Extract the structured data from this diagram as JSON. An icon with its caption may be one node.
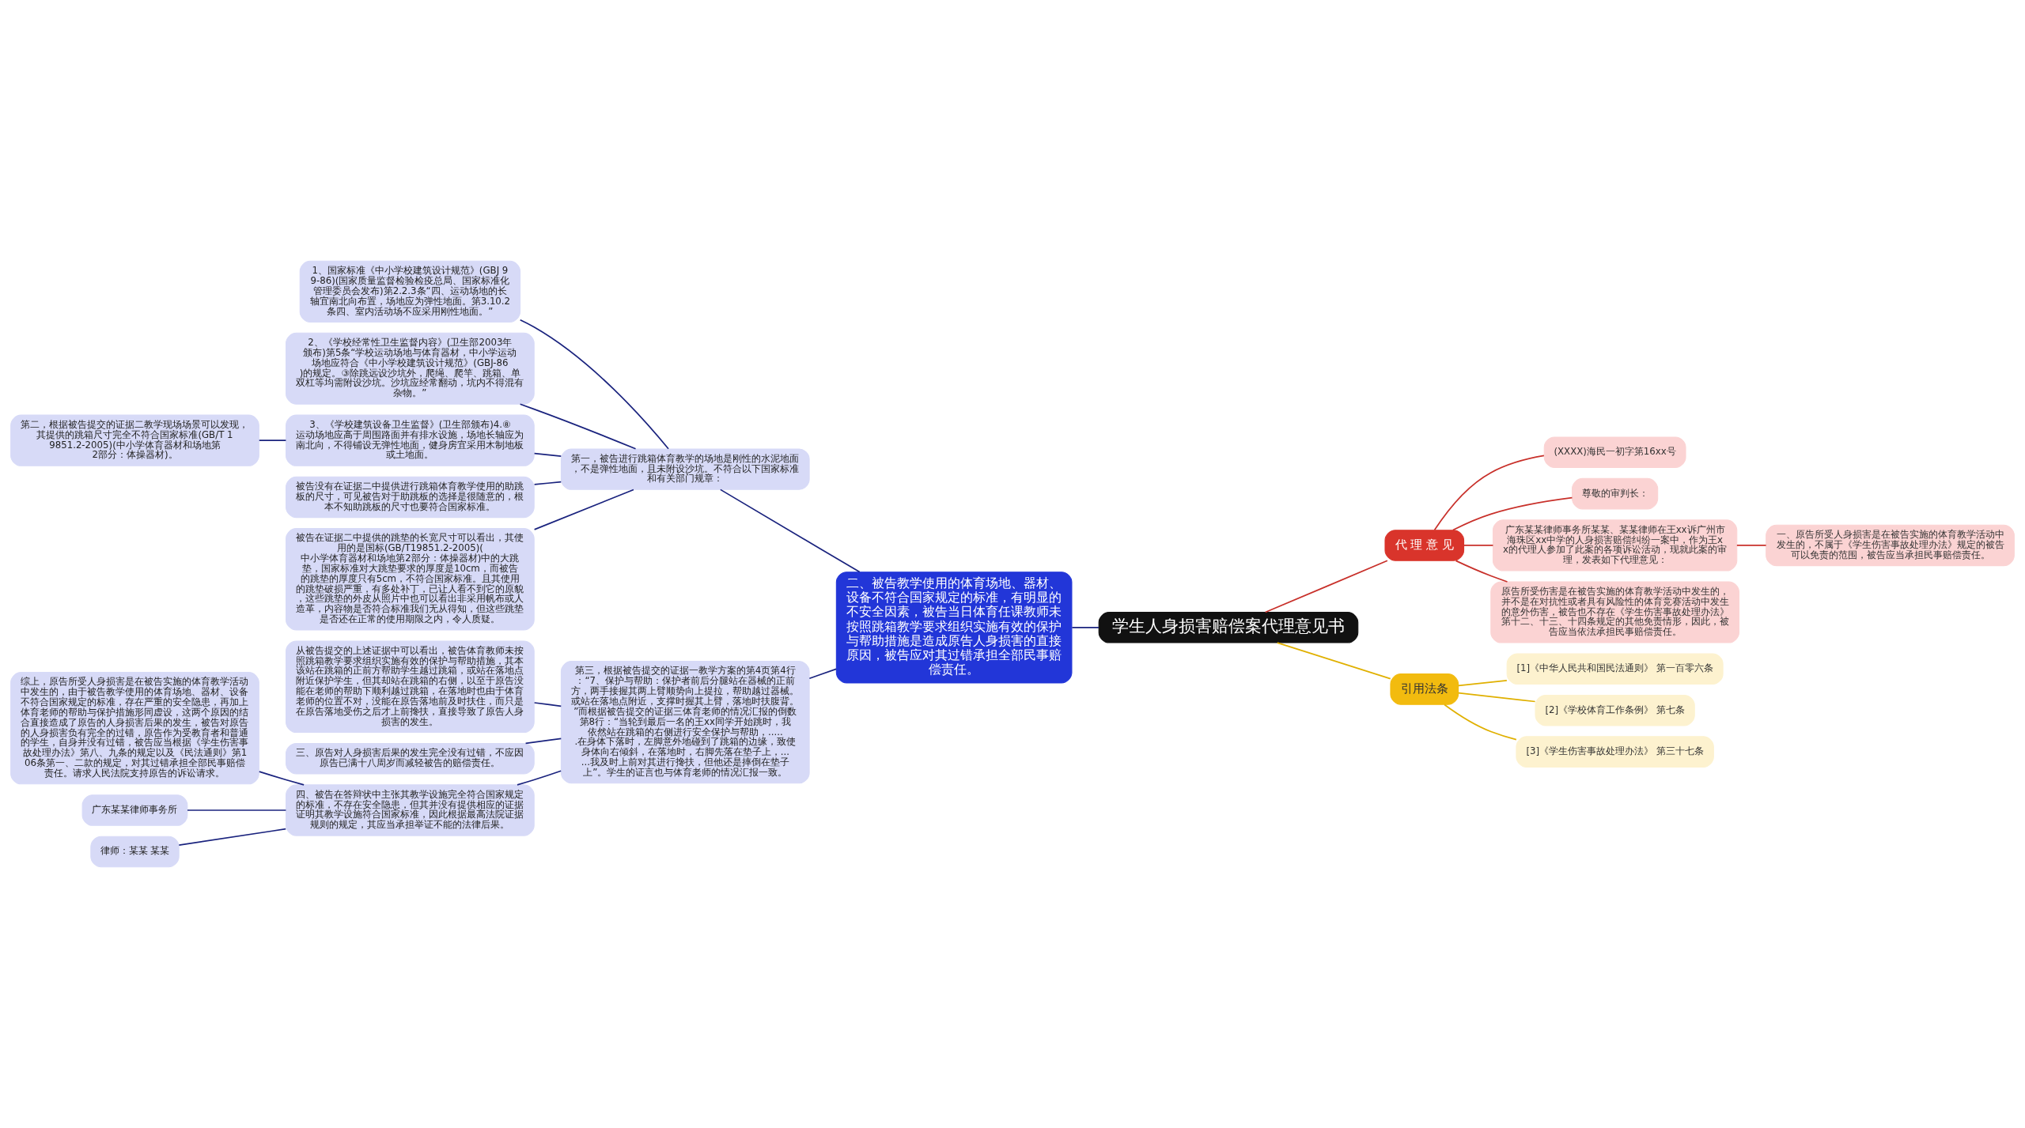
{
  "diagram": {
    "nodes": [
      {
        "text": [
          "学生人身损害赔偿案代理意见书"
        ]
      },
      {
        "text": [
          "代 理 意 见"
        ]
      },
      {
        "text": [
          "(XXXX)海民一初字第16xx号"
        ]
      },
      {
        "text": [
          "尊敬的审判长："
        ]
      },
      {
        "text": [
          "广东某某律师事务所某某、某某律师在王xx诉广州市海珠区xx中学的人身损害赔偿纠纷一案中，作为王xx的代理人参加了此案的各项诉讼活动，现就此案的审理，发表如下代理意见："
        ]
      },
      {
        "text": [
          "一、原告所受人身损害是在被告实施的体育教学活动中发生的，不属于《学生伤害事故处理办法》规定的被告可以免责的范围，被告应当承担民事赔偿责任。"
        ]
      },
      {
        "text": [
          "原告所受伤害是在被告实施的体育教学活动中发生的，并不是在对抗性或者具有风险性的体育竞赛活动中发生的意外伤害，被告也不存在《学生伤害事故处理办法》第十二、十三、十四条规定的其他免责情形，因此，被告应当依法承担民事赔偿责任。"
        ]
      },
      {
        "text": [
          "引用法条"
        ]
      },
      {
        "text": [
          "[1]《中华人民共和国民法通则》 第一百零六条"
        ]
      },
      {
        "text": [
          "[2]《学校体育工作条例》 第七条"
        ]
      },
      {
        "text": [
          "[3]《学生伤害事故处理办法》 第三十七条"
        ]
      },
      {
        "text": [
          "二、被告教学使用的体育场地、器材、设备不符合国家规定的标准，有明显的不安全因素，被告当日体育任课教师未按照跳箱教学要求组织实施有效的保护与帮助措施是造成原告人身损害的直接原因，被告应对其过错承担全部民事赔偿责任。"
        ]
      },
      {
        "text": [
          "第一，被告进行跳箱体育教学的场地是刚性的水泥地面，不是弹性地面，且未附设沙坑。不符合以下国家标准和有关部门规章："
        ]
      },
      {
        "text": [
          "1、国家标准《中小学校建筑设计规范》(GBJ 99-86)(国家质量监督检验检疫总局、国家标准化管理委员会发布)第2.2.3条“四、运动场地的长轴宜南北向布置，场地应为弹性地面。第3.10.2条四、室内活动场不应采用刚性地面。”"
        ]
      },
      {
        "text": [
          "2、《学校经常性卫生监督内容》(卫生部2003年颁布)第5条“学校运动场地与体育器材，中小学运动场地应符合《中小学校建筑设计规范》(GBJ-86)的规定。③除跳远设沙坑外，爬绳、爬竿、跳箱、单双杠等均需附设沙坑。沙坑应经常翻动，坑内不得混有杂物。”"
        ]
      },
      {
        "text": [
          "3、《学校建筑设备卫生监督》(卫生部颁布)4.⑧运动场地应高于周围路面并有排水设施，场地长轴应为南北向，不得铺设无弹性地面，健身房宜采用木制地板或土地面。"
        ]
      },
      {
        "text": [
          "第二，根据被告提交的证据二教学现场场景可以发现，其提供的跳箱尺寸完全不符合国家标准(GB/T 19851.2-2005)(中小学体育器材和场地第2部分：体操器材)。"
        ]
      },
      {
        "text": [
          "被告没有在证据二中提供进行跳箱体育教学使用的助跳板的尺寸，可见被告对于助跳板的选择是很随意的，根本不知助跳板的尺寸也要符合国家标准。"
        ]
      },
      {
        "text": [
          "被告在证据二中提供的跳垫的长宽尺寸可以看出，其使用的是国标(GB/T19851.2-2005)(中小学体育器材和场地第2部分：体操器材)中的大跳垫，国家标准对大跳垫要求的厚度是10cm，而被告的跳垫的厚度只有5cm，不符合国家标准。且其使用的跳垫破损严重，有多处补丁，已让人看不到它的原貌，这些跳垫的外皮从照片中也可以看出非采用帆布或人造革，内容物是否符合标准我们无从得知，但这些跳垫是否还在正常的使用期限之内，令人质疑。"
        ]
      },
      {
        "text": [
          "第三，根据被告提交的证据一教学方案的第4页第4行：“7、保护与帮助：保护者前后分腿站在器械的正前方，两手接握其两上臂顺势向上提拉，帮助越过器械。或站在落地点附近，支撑时握其上臂，落地时扶腹背。”而根据被告提交的证据三体育老师的情况汇报的倒数第8行：“当轮到最后一名的王xx同学开始跳时，我依然站在跳箱的右侧进行安全保护与帮助，......在身体下落时，左脚意外地碰到了跳箱的边缘，致使身体向右倾斜，在落地时，右脚先落在垫子上，......我及时上前对其进行搀扶，但他还是摔倒在垫子上”。学生的证言也与体育老师的情况汇报一致。"
        ]
      },
      {
        "text": [
          "从被告提交的上述证据中可以看出，被告体育教师未按照跳箱教学要求组织实施有效的保护与帮助措施，其本该站在跳箱的正前方帮助学生越过跳箱，或站在落地点附近保护学生，但其却站在跳箱的右侧，以至于原告没能在老师的帮助下顺利越过跳箱，在落地时也由于体育老师的位置不对，没能在原告落地前及时扶住，而只是在原告落地受伤之后才上前搀扶，直接导致了原告人身损害的发生。"
        ]
      },
      {
        "text": [
          "三、原告对人身损害后果的发生完全没有过错，不应因原告已满十八周岁而减轻被告的赔偿责任。"
        ]
      },
      {
        "text": [
          "四、被告在答辩状中主张其教学设施完全符合国家规定的标准，不存在安全隐患，但其并没有提供相应的证据证明其教学设施符合国家标准，因此根据最高法院证据规则的规定，其应当承担举证不能的法律后果。"
        ]
      },
      {
        "text": [
          "综上，原告所受人身损害是在被告实施的体育教学活动中发生的，由于被告教学使用的体育场地、器材、设备不符合国家规定的标准，存在严重的安全隐患，再加上体育老师的帮助与保护措施形同虚设，这两个原因的结合直接造成了原告的人身损害后果的发生，被告对原告的人身损害负有完全的过错，原告作为受教育者和普通的学生，自身并没有过错，被告应当根据《学生伤害事故处理办法》第八、九条的规定以及《民法通则》第106条第一、二款的规定，对其过错承担全部民事赔偿责任。请求人民法院支持原告的诉讼请求。"
        ]
      },
      {
        "text": [
          "广东某某律师事务所"
        ]
      },
      {
        "text": [
          "律师：某某 某某"
        ]
      }
    ],
    "edges": [
      {
        "from": 0,
        "to": 1,
        "arrow": "none",
        "color": "#c8302a"
      },
      {
        "from": 1,
        "to": 2,
        "arrow": "none",
        "color": "#c8302a"
      },
      {
        "from": 1,
        "to": 3,
        "arrow": "none",
        "color": "#c8302a"
      },
      {
        "from": 1,
        "to": 4,
        "arrow": "none",
        "color": "#c8302a"
      },
      {
        "from": 4,
        "to": 5,
        "arrow": "none",
        "color": "#c8302a"
      },
      {
        "from": 1,
        "to": 6,
        "arrow": "none",
        "color": "#c8302a"
      },
      {
        "from": 0,
        "to": 7,
        "arrow": "none",
        "color": "#e0b000"
      },
      {
        "from": 7,
        "to": 8,
        "arrow": "none",
        "color": "#e0b000"
      },
      {
        "from": 7,
        "to": 9,
        "arrow": "none",
        "color": "#e0b000"
      },
      {
        "from": 7,
        "to": 10,
        "arrow": "none",
        "color": "#e0b000"
      },
      {
        "from": 0,
        "to": 11,
        "arrow": "none"
      },
      {
        "from": 11,
        "to": 12,
        "arrow": "none"
      },
      {
        "from": 12,
        "to": 13,
        "arrow": "none"
      },
      {
        "from": 12,
        "to": 14,
        "arrow": "none"
      },
      {
        "from": 12,
        "to": 15,
        "arrow": "none"
      },
      {
        "from": 15,
        "to": 16,
        "arrow": "none"
      },
      {
        "from": 12,
        "to": 17,
        "arrow": "none"
      },
      {
        "from": 12,
        "to": 18,
        "arrow": "none"
      },
      {
        "from": 11,
        "to": 19,
        "arrow": "none"
      },
      {
        "from": 19,
        "to": 20,
        "arrow": "none"
      },
      {
        "from": 19,
        "to": 21,
        "arrow": "none"
      },
      {
        "from": 19,
        "to": 22,
        "arrow": "none"
      },
      {
        "from": 22,
        "to": 23,
        "arrow": "none"
      },
      {
        "from": 22,
        "to": 24,
        "arrow": "none"
      },
      {
        "from": 22,
        "to": 25,
        "arrow": "none"
      }
    ]
  }
}
